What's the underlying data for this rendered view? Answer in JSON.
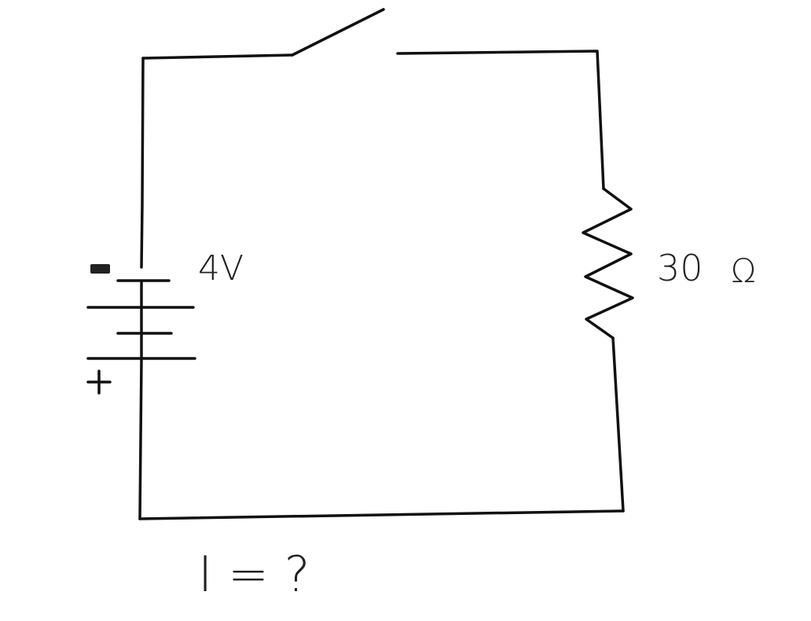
{
  "battery": {
    "voltage_label": "4V",
    "minus_label": "-",
    "plus_label": "+"
  },
  "resistor": {
    "value_label": "30",
    "unit_label": "Ω"
  },
  "question": {
    "label": "I = ?"
  }
}
